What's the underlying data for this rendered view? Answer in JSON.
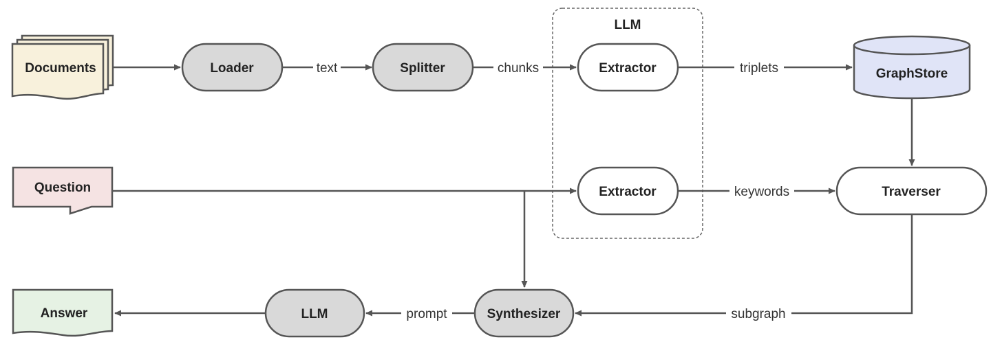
{
  "colors": {
    "stroke": "#555555",
    "process_fill": "#d9d9d9",
    "llm_node_fill": "#ffffff",
    "documents_fill": "#f8f1dc",
    "question_fill": "#f5e3e3",
    "answer_fill": "#e6f2e4",
    "graphstore_fill": "#e0e4f7"
  },
  "group": {
    "label": "LLM"
  },
  "nodes": {
    "documents": "Documents",
    "loader": "Loader",
    "splitter": "Splitter",
    "extractor_top": "Extractor",
    "graphstore": "GraphStore",
    "question": "Question",
    "extractor_bottom": "Extractor",
    "traverser": "Traverser",
    "answer": "Answer",
    "llm": "LLM",
    "synthesizer": "Synthesizer"
  },
  "edges": {
    "text": "text",
    "chunks": "chunks",
    "triplets": "triplets",
    "keywords": "keywords",
    "subgraph": "subgraph",
    "prompt": "prompt"
  }
}
